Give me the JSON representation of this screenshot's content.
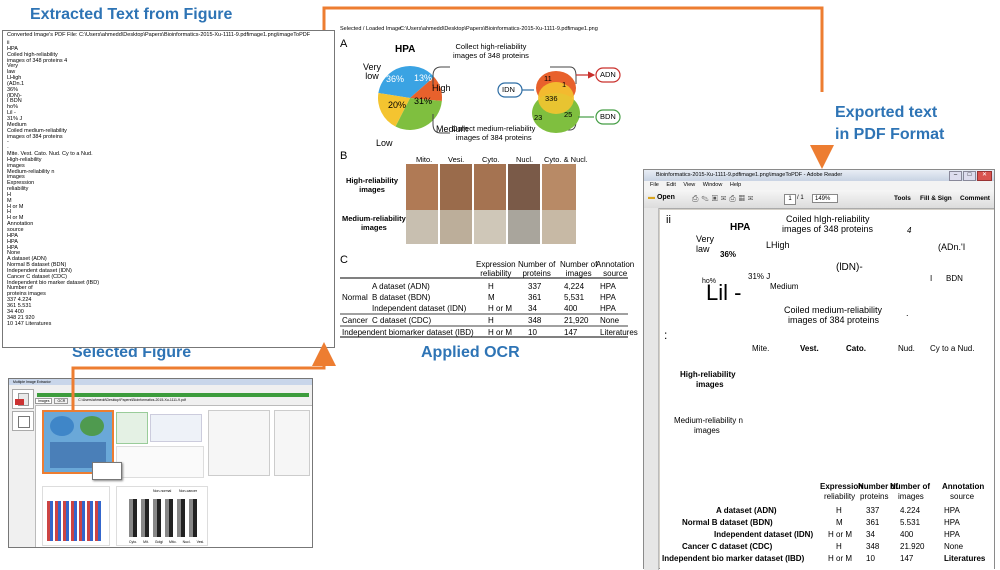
{
  "headings": {
    "extracted": "Extracted Text from Figure",
    "selected": "Selected Figure",
    "applied_ocr": "Applied OCR",
    "exported_line1": "Exported text",
    "exported_line2": "in PDF Format"
  },
  "extracted_panel": {
    "header": "Converted Image's PDF File:   C:\\Users\\ahmedd\\Desktop\\Papers\\Bioinformatics-2015-Xu-1111-9.pdfimage1.png\\imageToPDF",
    "lines": [
      "ii",
      "HPA",
      "Coiled high-reliability",
      "images of 348 proteins 4",
      "Very",
      "law",
      "LHigh",
      "(ADn.1",
      "36%",
      "(lDN)-",
      "I BDN",
      "ho%",
      "Lil -",
      "31% J",
      "Medium",
      "Coiled medium-reliability",
      "images of 384 proteins",
      "-",
      "·",
      "Mite.  Vest.  Cato.  Nud.  Cy to a Nud.",
      "High-reliability",
      "images",
      "Medium-reliability n",
      "images",
      "Expression",
      "reliability",
      "H",
      "M",
      "H or M",
      "H",
      "H or M",
      "Annotation",
      "source",
      "HPA",
      "HPA",
      "HPA",
      "None",
      "A dataset (ADN)",
      "Normal B dataset (BDN)",
      "Independent dataset (IDN)",
      "Cancer C dataset (CDC)",
      "Independent bio marker dataset (IBD)",
      "Number of",
      "proteins images",
      "337 4.224",
      "361 5.531",
      "34 400",
      "348 21 920",
      "10 147 Literatures"
    ]
  },
  "figure": {
    "selected_path_label": "Selected / Loaded Image:",
    "selected_path": "C:\\Users\\ahmedd\\Desktop\\Papers\\Bioinformatics-2015-Xu-1111-9.pdfimage1.png",
    "panel_a": "A",
    "panel_b": "B",
    "panel_c": "C",
    "pie": {
      "title": "HPA",
      "very_low": "Very\nlow",
      "high": "High",
      "medium": "Medium",
      "low": "Low",
      "pct_36": "36%",
      "pct_13": "13%",
      "pct_20": "20%",
      "pct_31": "31%"
    },
    "collect_high": "Collect high-reliability\nimages of 348 proteins",
    "collect_medium": "Collect medium-reliability\nimages of 384 proteins",
    "venn": {
      "idn": "IDN",
      "adn": "ADN",
      "bdn": "BDN",
      "n11": "11",
      "n1": "1",
      "n336": "336",
      "n23": "23",
      "n25": "25"
    },
    "columns": [
      "Mito.",
      "Vesi.",
      "Cyto.",
      "Nucl.",
      "Cyto. & Nucl."
    ],
    "row_high": "High-reliability\nimages",
    "row_medium": "Medium-reliability\nimages",
    "table": {
      "headers": [
        "Expression\nreliability",
        "Number of\nproteins",
        "Number of\nimages",
        "Annotation\nsource"
      ],
      "group_normal": "Normal",
      "group_cancer": "Cancer",
      "rows": [
        {
          "name": "A dataset (ADN)",
          "expr": "H",
          "proteins": "337",
          "images": "4,224",
          "source": "HPA"
        },
        {
          "name": "B dataset (BDN)",
          "expr": "M",
          "proteins": "361",
          "images": "5,531",
          "source": "HPA"
        },
        {
          "name": "Independent dataset (IDN)",
          "expr": "H or M",
          "proteins": "34",
          "images": "400",
          "source": "HPA"
        },
        {
          "name": "C dataset (CDC)",
          "expr": "H",
          "proteins": "348",
          "images": "21,920",
          "source": "None"
        },
        {
          "name": "Independent biomarker dataset (IBD)",
          "expr": "H or M",
          "proteins": "10",
          "images": "147",
          "source": "Literatures"
        }
      ]
    }
  },
  "adobe": {
    "title": "Bioinformatics-2015-Xu-1111-9.pdfimage1.png\\imageToPDF - Adobe Reader",
    "menu": [
      "File",
      "Edit",
      "View",
      "Window",
      "Help"
    ],
    "open_label": "Open",
    "page_num": "1",
    "page_total": "/ 1",
    "zoom": "149%",
    "tools_label": "Tools",
    "fillsign_label": "Fill & Sign",
    "comment_label": "Comment",
    "pdf": {
      "ii": "ii",
      "hpa": "HPA",
      "coiled_high": "Coiled hIgh-reliability",
      "images_348": "images of 348 proteins",
      "four": "4",
      "very": "Very",
      "law": "law",
      "lhigh": "LHigh",
      "adn": "(ADn.'I",
      "pct36": "36%",
      "idn": "(lDN)-",
      "ho": "ho%",
      "pct31": "31% J",
      "medium": "Medium",
      "lil": "Lil -",
      "i": "I",
      "bdn": "BDN",
      "coiled_medium": "Coiled medium-reliability",
      "images_384": "images of 384 proteins",
      "dot": ".",
      "colon": ":",
      "mite": "Mite.",
      "vest": "Vest.",
      "cato": "Cato.",
      "nud": "Nud.",
      "cytonud": "Cy to a Nud.",
      "hr1": "High-reliability",
      "hr2": "images",
      "mr1": "Medium-reliability n",
      "mr2": "images",
      "h_expr1": "Expression",
      "h_expr2": "reliability",
      "h_np1": "Number of",
      "h_np2": "proteins",
      "h_ni1": "Number of",
      "h_ni2": "images",
      "h_as1": "Annotation",
      "h_as2": "source",
      "rows": [
        {
          "name": "A dataset (ADN)",
          "expr": "H",
          "proteins": "337",
          "images": "4.224",
          "source": "HPA"
        },
        {
          "name": "Normal B dataset (BDN)",
          "expr": "M",
          "proteins": "361",
          "images": "5.531",
          "source": "HPA"
        },
        {
          "name": "Independent dataset (IDN)",
          "expr": "H or M",
          "proteins": "34",
          "images": "400",
          "source": "HPA"
        },
        {
          "name": "Cancer C dataset (CDC)",
          "expr": "H",
          "proteins": "348",
          "images": "21.920",
          "source": "None"
        },
        {
          "name": "Independent bio marker dataset (IBD)",
          "expr": "H or M",
          "proteins": "10",
          "images": "147",
          "source": "Literatures"
        }
      ]
    }
  },
  "app": {
    "title": "Multiple Image Extractor",
    "tabs": [
      "Images",
      "OCR"
    ],
    "path": "C:\\Users\\ahmedd\\Desktop\\Papers\\Bioinformatics-2015-Xu-1111-9.pdf",
    "legend_normal": "Non-normal",
    "legend_cancer": "Non-cancer",
    "x_labels": [
      "Cyto.",
      "Mit.",
      "Golgi",
      "Mito.",
      "Nucl.",
      "Vesi."
    ]
  },
  "colors": {
    "heading_blue": "#2e74b5",
    "arrow_orange": "#ed7d31",
    "pie_blue": "#3aa3e3",
    "pie_orange": "#e8612c",
    "pie_yellow": "#f4c430",
    "pie_green": "#7fbf3f",
    "venn_red": "#d9534f",
    "venn_green": "#5cb85c"
  }
}
